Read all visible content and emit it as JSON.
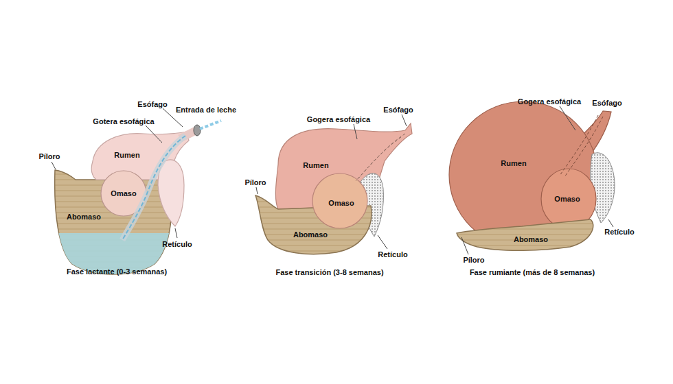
{
  "diagram": {
    "labels": [
      "Esófago",
      "Entrada de leche",
      "Gotera esofágica",
      "Rumen",
      "Píloro",
      "Omaso",
      "Abomaso",
      "Retículo",
      "Fase lactante (0-3 semanas)",
      "Gogera esofágica",
      "Esófago",
      "Rumen",
      "Píloro",
      "Omaso",
      "Abomaso",
      "Retículo",
      "Fase transición (3-8 semanas)",
      "Gogera esofágica",
      "Esófago",
      "Rumen",
      "Omaso",
      "Retículo",
      "Abomaso",
      "Píloro",
      "Fase rumiante (más de 8 semanas)"
    ]
  }
}
